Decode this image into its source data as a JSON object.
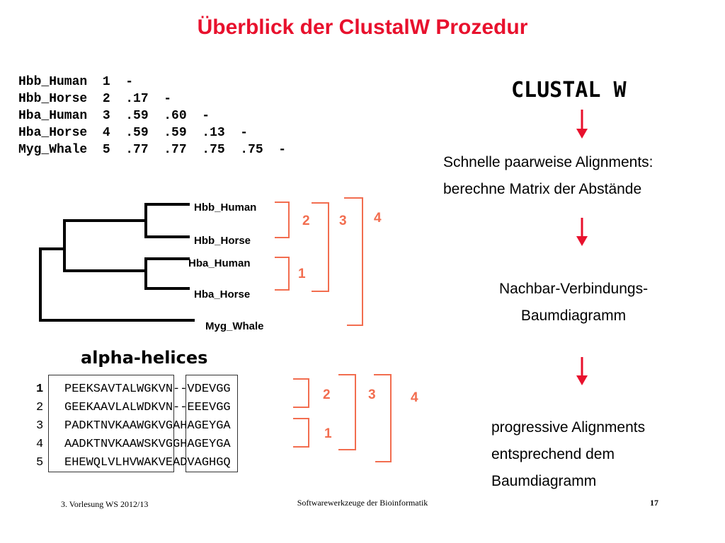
{
  "title": "Überblick der ClustalW Prozedur",
  "distance_matrix": [
    {
      "name": "Hbb_Human",
      "index": "1",
      "values": [
        "-"
      ]
    },
    {
      "name": "Hbb_Horse",
      "index": "2",
      "values": [
        ".17",
        "-"
      ]
    },
    {
      "name": "Hba_Human",
      "index": "3",
      "values": [
        ".59",
        ".60",
        "-"
      ]
    },
    {
      "name": "Hba_Horse",
      "index": "4",
      "values": [
        ".59",
        ".59",
        ".13",
        "-"
      ]
    },
    {
      "name": "Myg_Whale",
      "index": "5",
      "values": [
        ".77",
        ".77",
        ".75",
        ".75",
        "-"
      ]
    }
  ],
  "clustal_heading": "CLUSTAL W",
  "steps": {
    "step1_line1": "Schnelle paarweise Alignments:",
    "step1_line2": "berechne Matrix der Abstände",
    "step2_line1": "Nachbar-Verbindungs-",
    "step2_line2": "Baumdiagramm",
    "step3_line1": "progressive Alignments",
    "step3_line2": "entsprechend dem",
    "step3_line3": "Baumdiagramm"
  },
  "tree": {
    "leaves": [
      "Hbb_Human",
      "Hbb_Horse",
      "Hba_Human",
      "Hba_Horse",
      "Myg_Whale"
    ],
    "group_numbers": [
      "2",
      "3",
      "4",
      "1"
    ]
  },
  "alpha_heading": "alpha-helices",
  "alignment": {
    "rows": [
      {
        "index": "1",
        "sequence": "PEEKSAVTALWGKVN--VDEVGG"
      },
      {
        "index": "2",
        "sequence": "GEEKAAVLALWDKVN--EEEVGG"
      },
      {
        "index": "3",
        "sequence": "PADKTNVKAAWGKVGAHAGEYGA"
      },
      {
        "index": "4",
        "sequence": "AADKTNVKAAWSKVGGHAGEYGA"
      },
      {
        "index": "5",
        "sequence": "EHEWQLVLHVWAKVEADVAGHGQ"
      }
    ],
    "group_numbers": [
      "2",
      "3",
      "4",
      "1"
    ]
  },
  "footer": {
    "left": "3. Vorlesung WS 2012/13",
    "center": "Softwarewerkzeuge der Bioinformatik",
    "page": "17"
  },
  "colors": {
    "title": "#e8112d",
    "arrow": "#e8112d",
    "bracket": "#f26d4f"
  }
}
